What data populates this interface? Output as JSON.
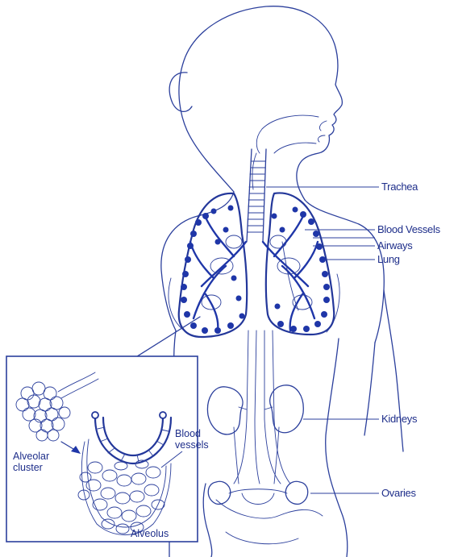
{
  "labels": {
    "trachea": "Trachea",
    "blood_vessels": "Blood Vessels",
    "airways": "Airways",
    "lung": "Lung",
    "kidneys": "Kidneys",
    "ovaries": "Ovaries"
  },
  "inset": {
    "alveolar_line1": "Alveolar",
    "alveolar_line2": "cluster",
    "blood_line1": "Blood",
    "blood_line2": "vessels",
    "alveolus": "Alveolus"
  },
  "colors": {
    "line": "#2b3f9c",
    "text": "#1e2e8a",
    "vessel": "#1f36a8"
  }
}
